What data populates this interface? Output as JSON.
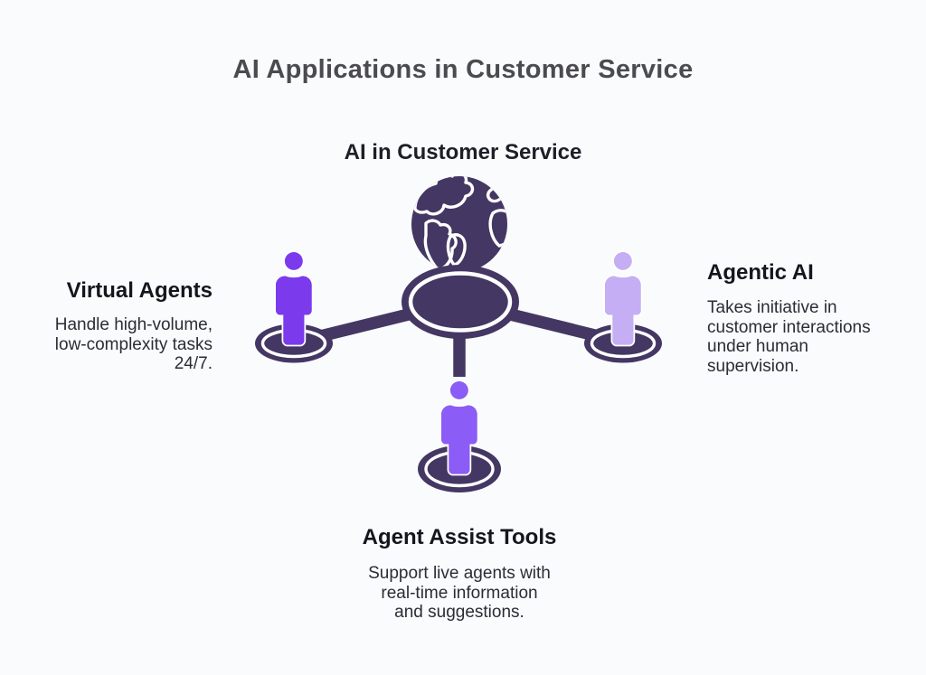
{
  "page": {
    "background_color": "#fafbfc",
    "title": "AI Applications in Customer Service",
    "title_color": "#4b4b4f"
  },
  "hub": {
    "label": "AI in Customer Service",
    "icon": "globe-icon",
    "color": "#443763"
  },
  "connector_color": "#443763",
  "nodes": {
    "virtual_agents": {
      "title": "Virtual Agents",
      "description": "Handle high-volume,\nlow-complexity tasks\n24/7.",
      "person_color": "#7c3aed",
      "position": "left"
    },
    "agentic_ai": {
      "title": "Agentic AI",
      "description": "Takes initiative in\ncustomer interactions\nunder human\nsupervision.",
      "person_color": "#c5aef3",
      "position": "right"
    },
    "agent_assist": {
      "title": "Agent Assist Tools",
      "description": "Support live agents with\nreal-time information\nand suggestions.",
      "person_color": "#8b5cf6",
      "position": "bottom"
    }
  }
}
